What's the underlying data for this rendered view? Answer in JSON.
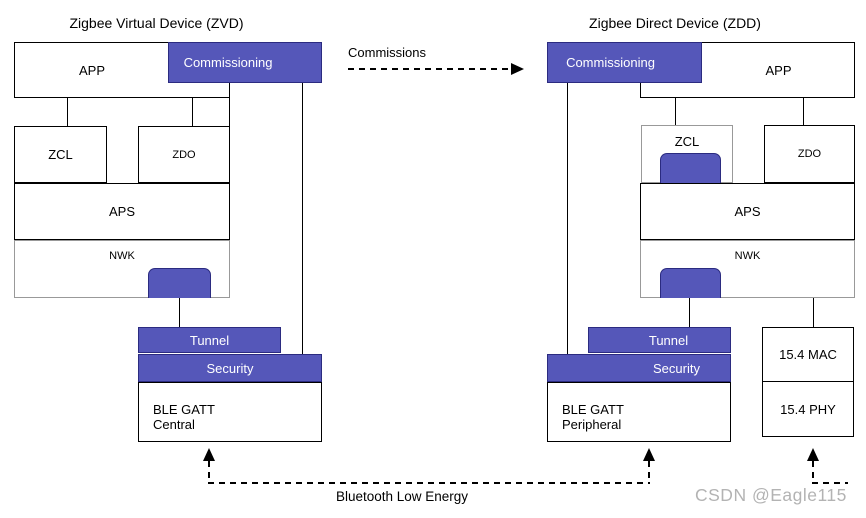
{
  "left": {
    "title": "Zigbee Virtual Device (ZVD)",
    "app": "APP",
    "commissioning": "Commissioning",
    "zcl": "ZCL",
    "zdo": "ZDO",
    "aps": "APS",
    "nwk": "NWK",
    "tunnel": "Tunnel",
    "security": "Security",
    "ble_line1": "BLE GATT",
    "ble_line2": "Central"
  },
  "right": {
    "title": "Zigbee Direct Device (ZDD)",
    "app": "APP",
    "commissioning": "Commissioning",
    "zcl": "ZCL",
    "zdo": "ZDO",
    "aps": "APS",
    "nwk": "NWK",
    "tunnel": "Tunnel",
    "security": "Security",
    "ble_line1": "BLE GATT",
    "ble_line2": "Peripheral",
    "mac": "15.4 MAC",
    "phy": "15.4 PHY"
  },
  "arrows": {
    "commissions_label": "Commissions",
    "ble_label": "Bluetooth Low Energy"
  },
  "watermark": {
    "text": "CSDN @Eagle115"
  },
  "colors": {
    "block_purple": "#5557b9",
    "purple_border": "#2b2b80",
    "gray_border": "#999999",
    "line_black": "#000000",
    "watermark_gray": "#b3b3b3"
  }
}
